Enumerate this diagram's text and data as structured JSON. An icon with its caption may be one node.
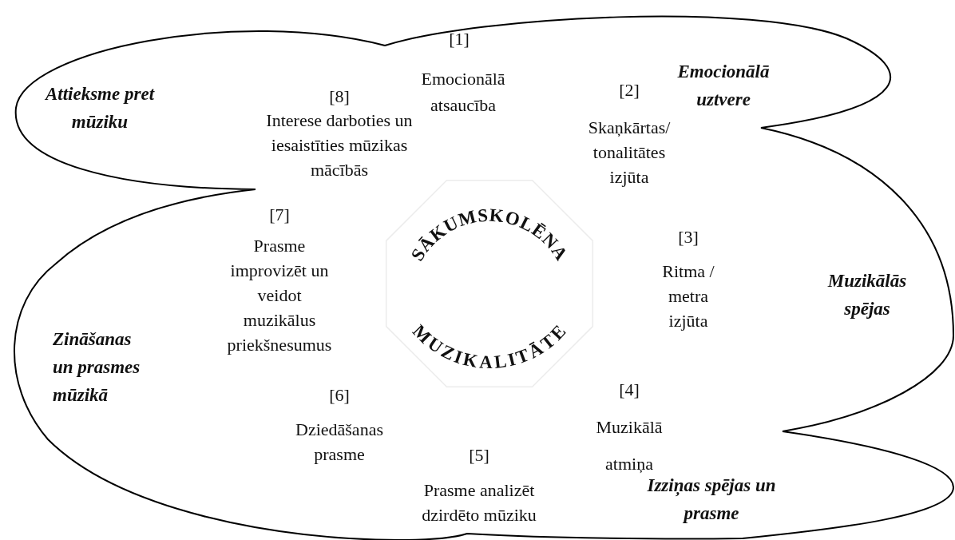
{
  "diagram": {
    "nodes": [
      {
        "text": [
          "Attieksme pret mūziku",
          "Emocionālā uztvere",
          "Muzikālās spējas",
          "Izziņas spējas un prasme",
          "Zināšanas un prasmes mūzikā"
        ]
      },
      {
        "text": [
          "SĀKUMSKOLĒNA",
          "MUZIKALITĀTE"
        ],
        "in": 0
      }
    ],
    "edges": [],
    "labels": [
      "[1]",
      "Emocionālā atsaucība",
      "[2]",
      "Skaņkārtas/ tonalitātes izjūta",
      "[8]",
      "Interese darboties un iesaistīties mūzikas mācībās",
      "[7]",
      "Prasme improvizēt un veidot muzikālus priekšnesumus",
      "[3]",
      "Ritma / metra izjūta",
      "[6]",
      "Dziedāšanas prasme",
      "[4]",
      "Muzikālā atmiņa",
      "[5]",
      "Prasme analizēt dzirdēto mūziku"
    ]
  }
}
